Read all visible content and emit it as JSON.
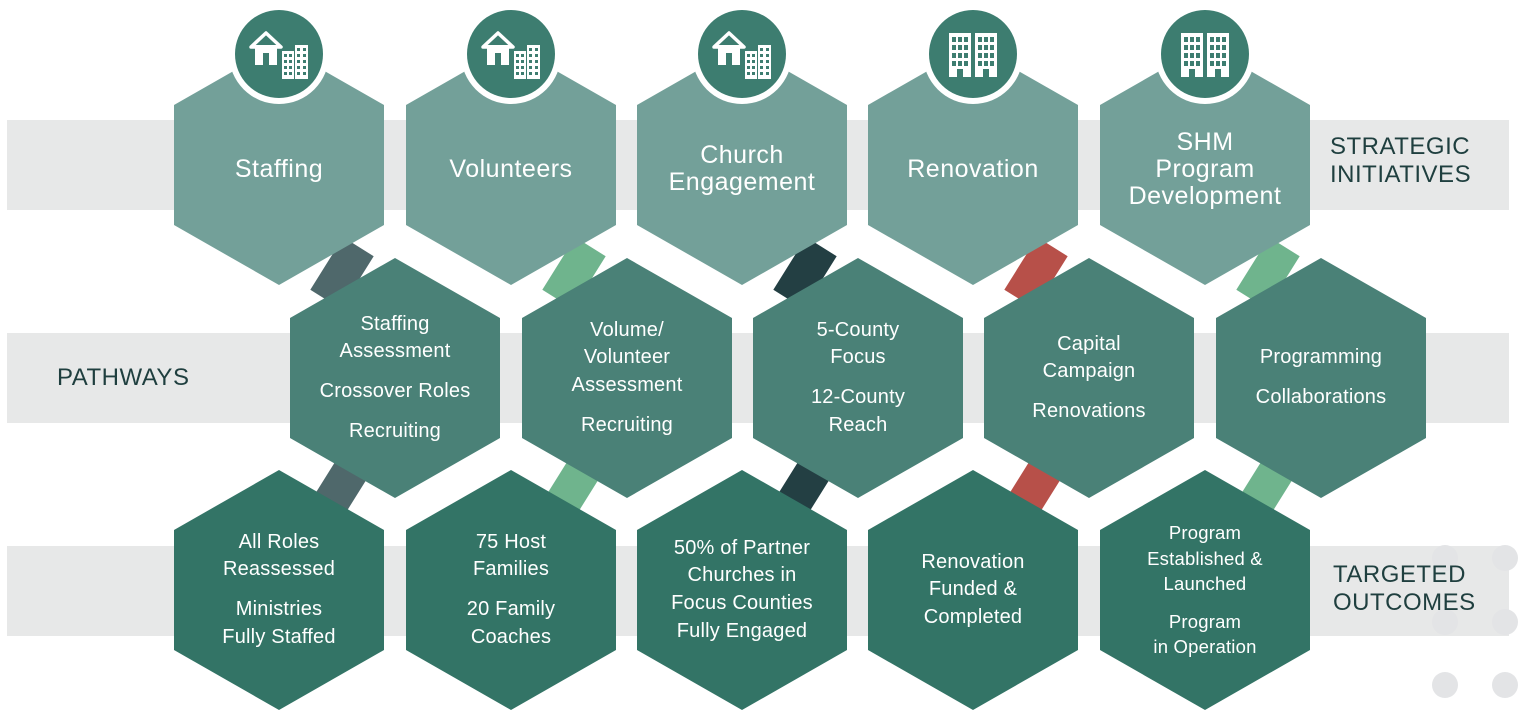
{
  "rows": {
    "top_label_line1": "STRATEGIC",
    "top_label_line2": "INITIATIVES",
    "middle_label": "PATHWAYS",
    "bottom_label_line1": "TARGETED",
    "bottom_label_line2": "OUTCOMES"
  },
  "colors": {
    "top_hex": "#73a099",
    "middle_hex": "#4a8177",
    "bottom_hex": "#337466",
    "connector_staffing": "#4f686b",
    "connector_volunteers": "#6fb48d",
    "connector_church": "#233f43",
    "connector_renovation": "#b75049",
    "connector_shm": "#6fb48d"
  },
  "columns": [
    {
      "icon": "house-and-building-icon",
      "initiative": [
        "Staffing"
      ],
      "pathways": [
        [
          "Staffing",
          "Assessment"
        ],
        [
          "Crossover Roles"
        ],
        [
          "Recruiting"
        ]
      ],
      "outcomes": [
        [
          "All Roles",
          "Reassessed"
        ],
        [
          "Ministries",
          "Fully Staffed"
        ]
      ]
    },
    {
      "icon": "house-and-building-icon",
      "initiative": [
        "Volunteers"
      ],
      "pathways": [
        [
          "Volume/",
          "Volunteer",
          "Assessment"
        ],
        [
          "Recruiting"
        ]
      ],
      "outcomes": [
        [
          "75 Host",
          "Families"
        ],
        [
          "20 Family",
          "Coaches"
        ]
      ]
    },
    {
      "icon": "house-and-building-icon",
      "initiative": [
        "Church",
        "Engagement"
      ],
      "pathways": [
        [
          "5-County",
          "Focus"
        ],
        [
          "12-County",
          "Reach"
        ]
      ],
      "outcomes": [
        [
          "50% of Partner",
          "Churches in",
          "Focus Counties",
          "Fully Engaged"
        ]
      ]
    },
    {
      "icon": "buildings-icon",
      "initiative": [
        "Renovation"
      ],
      "pathways": [
        [
          "Capital",
          "Campaign"
        ],
        [
          "Renovations"
        ]
      ],
      "outcomes": [
        [
          "Renovation",
          "Funded &",
          "Completed"
        ]
      ]
    },
    {
      "icon": "buildings-icon",
      "initiative": [
        "SHM",
        "Program",
        "Development"
      ],
      "pathways": [
        [
          "Programming"
        ],
        [
          "Collaborations"
        ]
      ],
      "outcomes": [
        [
          "Program",
          "Established &",
          "Launched"
        ],
        [
          "Program",
          "in Operation"
        ]
      ]
    }
  ]
}
